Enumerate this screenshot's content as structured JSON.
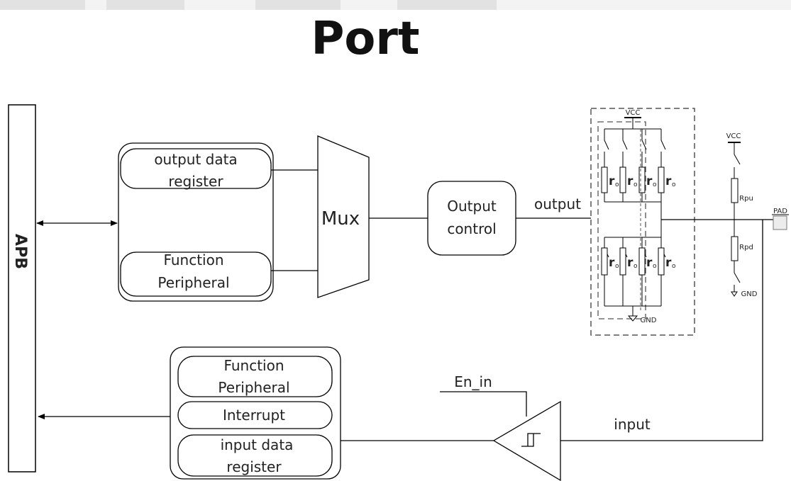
{
  "title": "Port",
  "apb_label": "APB",
  "output_block": {
    "row1": "output data",
    "row2": "register",
    "func1": "Function",
    "func2": "Peripheral"
  },
  "mux_label": "Mux",
  "output_control": {
    "line1": "Output",
    "line2": "control"
  },
  "output_signal": "output",
  "driver": {
    "vcc": "VCC",
    "gnd": "GND",
    "res_label_main": "r",
    "res_label_sub": "o"
  },
  "pull": {
    "vcc": "VCC",
    "rpu": "Rpu",
    "rpd": "Rpd",
    "gnd": "GND"
  },
  "pad_label": "PAD",
  "input_signal": "input",
  "en_in": "En_in",
  "input_block": {
    "func1": "Function",
    "func2": "Peripheral",
    "interrupt": "Interrupt",
    "data1": "input data",
    "data2": "register"
  }
}
